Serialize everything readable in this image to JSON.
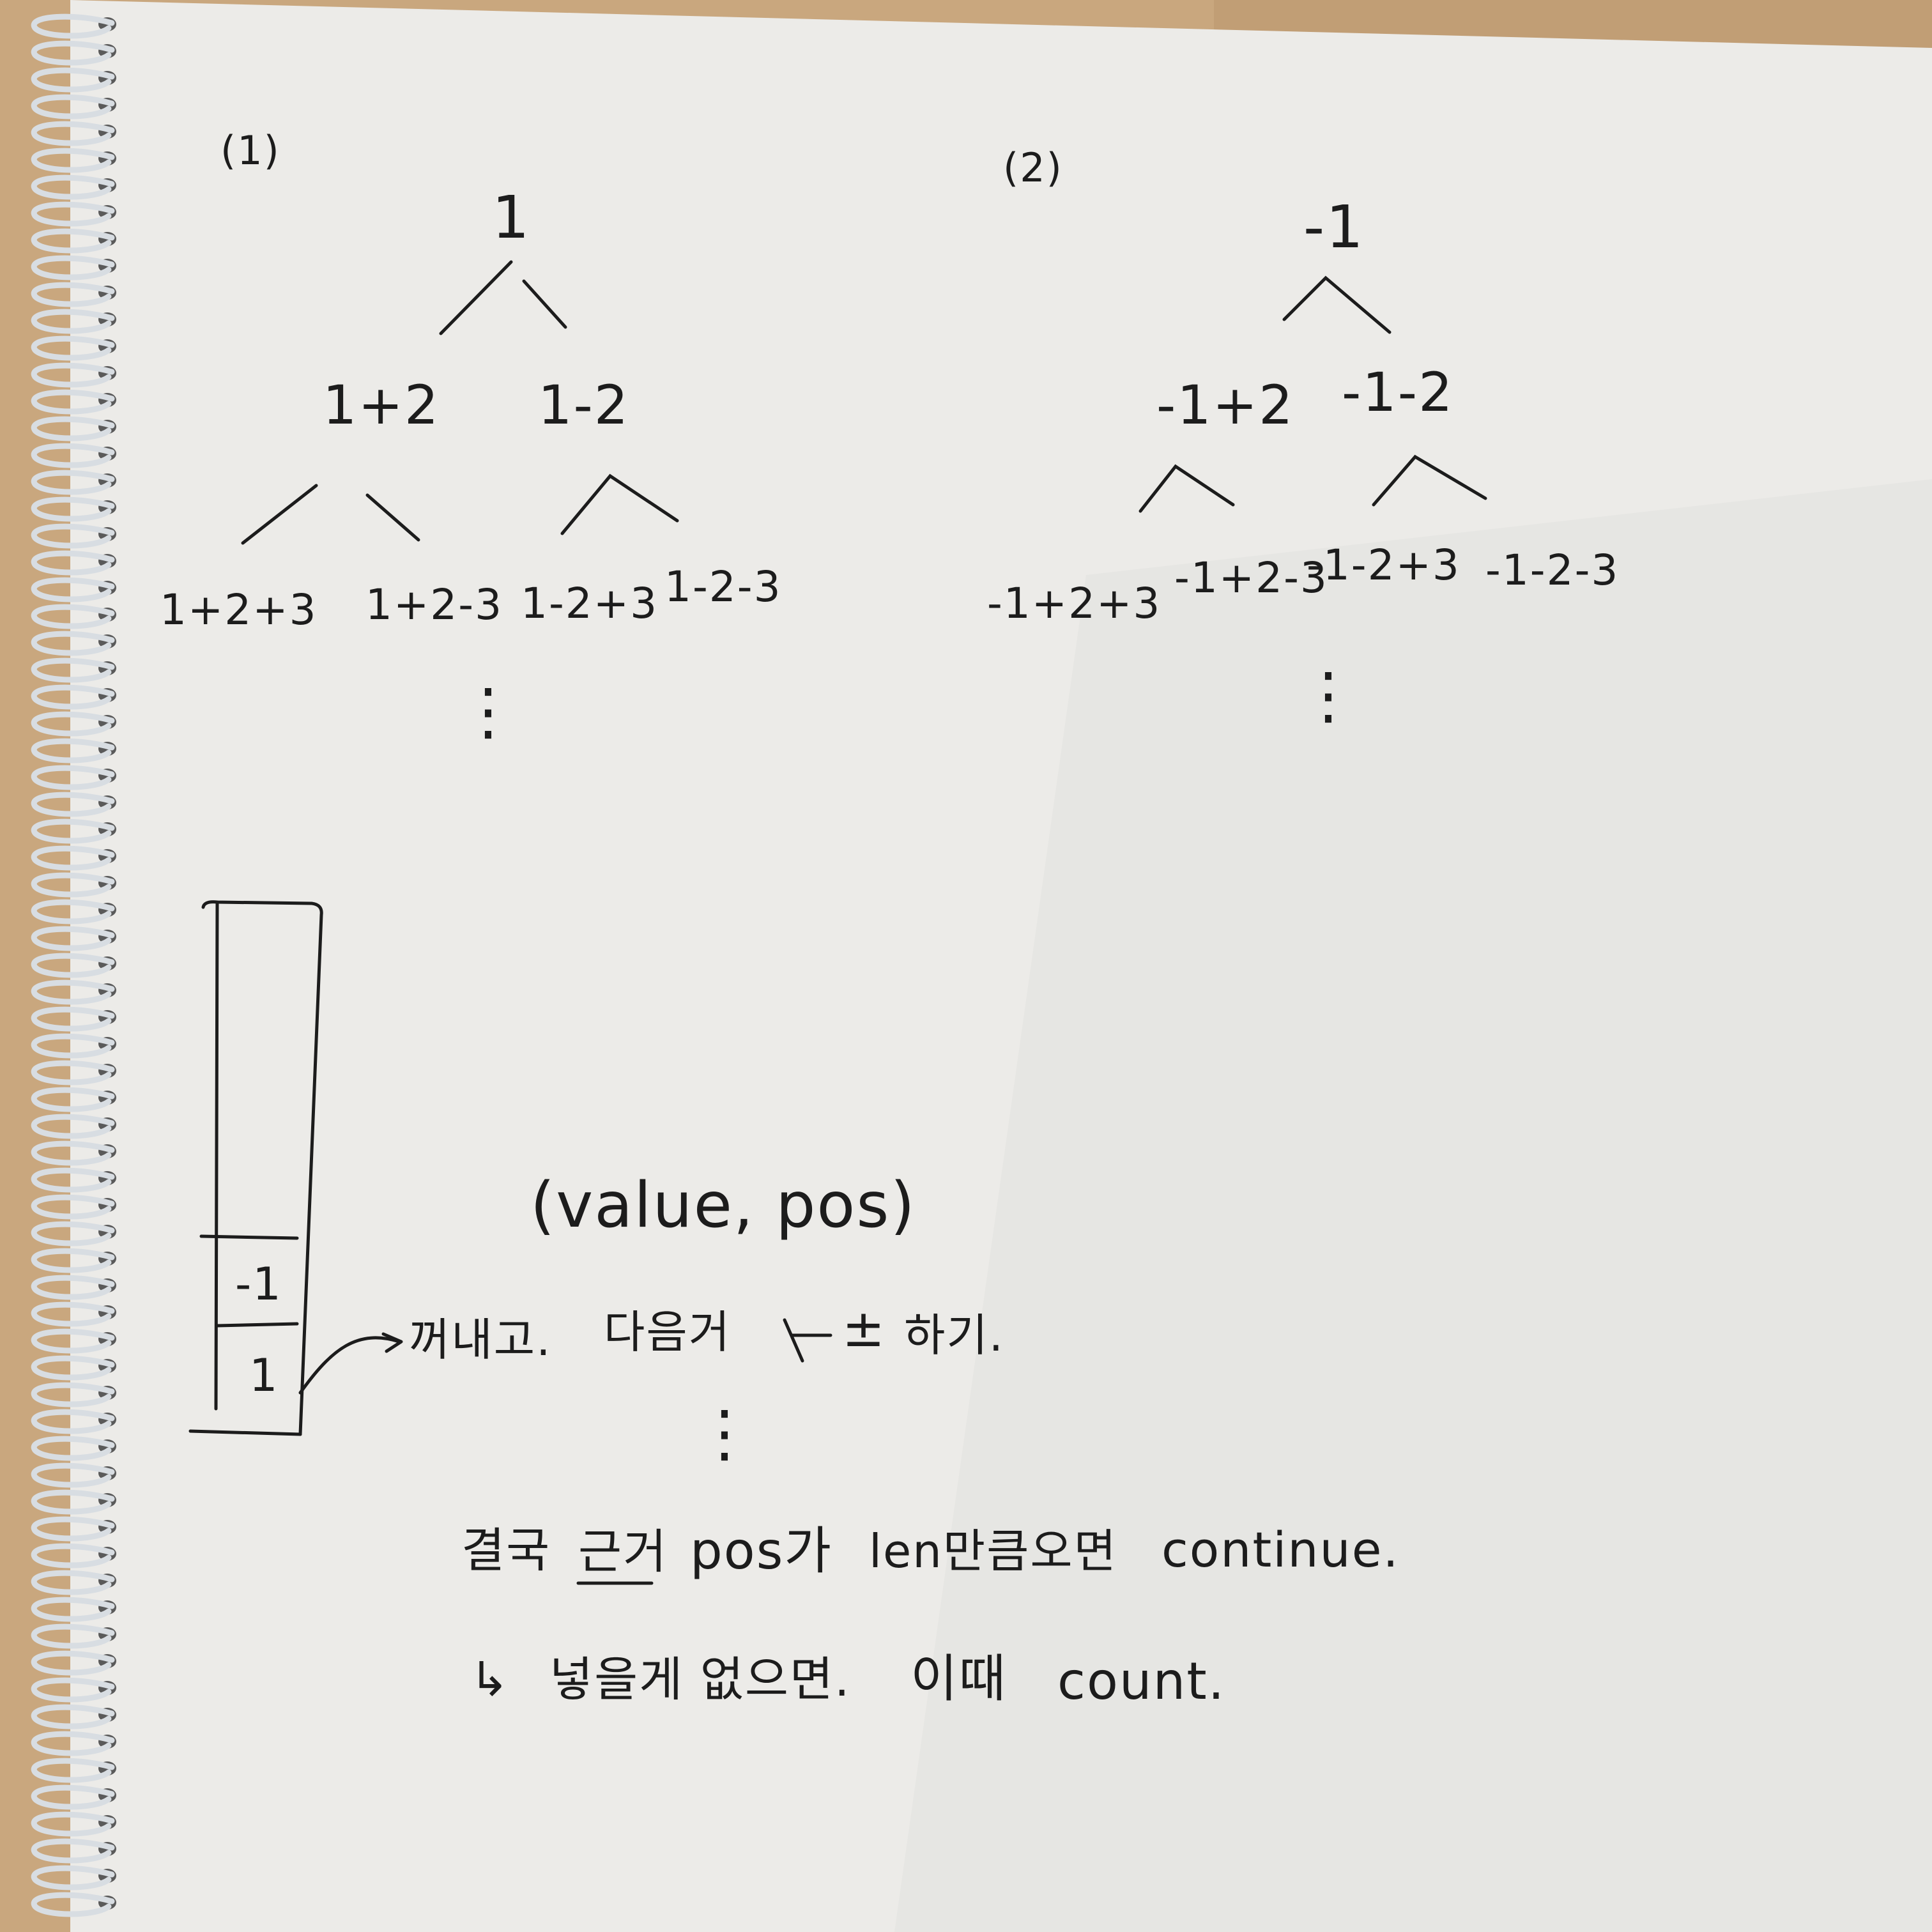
{
  "colors": {
    "desk": "#c9a77e",
    "paper": "#ecebe8",
    "ink": "#1c1c1c",
    "spiral": "#d8dde2"
  },
  "tree1": {
    "label": "(1)",
    "root": "1",
    "level1": [
      "1+2",
      "1-2"
    ],
    "level2": [
      "1+2+3",
      "1+2-3",
      "1-2+3",
      "1-2-3"
    ],
    "continuation": "⋮"
  },
  "tree2": {
    "label": "(2)",
    "root": "-1",
    "level1": [
      "-1+2",
      "-1-2"
    ],
    "level2": [
      "-1+2+3",
      "-1+2-3",
      "-1-2+3",
      "-1-2-3"
    ],
    "continuation": "⋮"
  },
  "stack": {
    "cells": [
      "-1",
      "1"
    ]
  },
  "notes": {
    "tuple": "(value, pos)",
    "pop_label": "꺼내고.",
    "next_word": "다음거",
    "plus_minus": "±",
    "next_tail": "하기.",
    "vdots": "⋮",
    "line1_lead": "결국",
    "line1_struck": "근거",
    "line1_pos": "pos가",
    "line1_len": "len만큼오면",
    "line1_action": "continue.",
    "line2_arrow": "↳",
    "line2_text": "넣을게 없으면.",
    "line2_then": "이때",
    "line2_action": "count."
  }
}
